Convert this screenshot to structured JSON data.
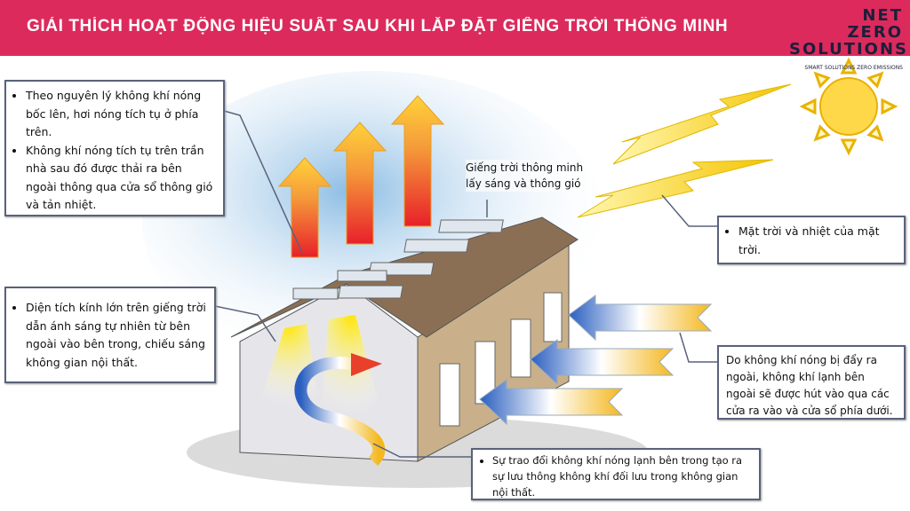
{
  "header": {
    "title": "GIẢI THÍCH HOẠT ĐỘNG HIỆU SUẤT SAU KHI LẮP ĐẶT GIẾNG TRỜI THÔNG MINH"
  },
  "logo": {
    "line1": "NET",
    "line2": "ZERO",
    "line3": "SOLUTIONS",
    "tagline": "SMART SOLUTIONS ZERO EMISSIONS"
  },
  "callouts": {
    "hot_air": [
      "Theo nguyên lý không khí nóng bốc lên, hơi nóng tích tụ ở phía trên.",
      "Không khí nóng tích tụ trên trần nhà sau đó được thải ra bên ngoài thông qua cửa sổ thông gió và tản nhiệt."
    ],
    "glass": "Diện tích kính lớn trên giếng trời dẫn ánh sáng tự nhiên từ bên ngoài vào bên trong, chiếu sáng không gian nội thất.",
    "skylight": [
      "Giếng trời thông minh",
      "lấy sáng và thông gió"
    ],
    "sun": "Mặt trời và nhiệt của mặt trời.",
    "cold_air": "Do không khí nóng bị đẩy ra ngoài, không khí lạnh bên ngoài sẽ được hút vào qua các cửa ra vào và cửa sổ phía dưới.",
    "exchange": "Sự trao đổi không khí nóng lạnh bên trong tạo ra sự lưu thông không khí đối lưu trong không gian nội thất."
  },
  "colors": {
    "header": "#dc2a5c",
    "box_border": "#59627a",
    "roof": "#8b6f55",
    "wall": "#c9b08a"
  }
}
